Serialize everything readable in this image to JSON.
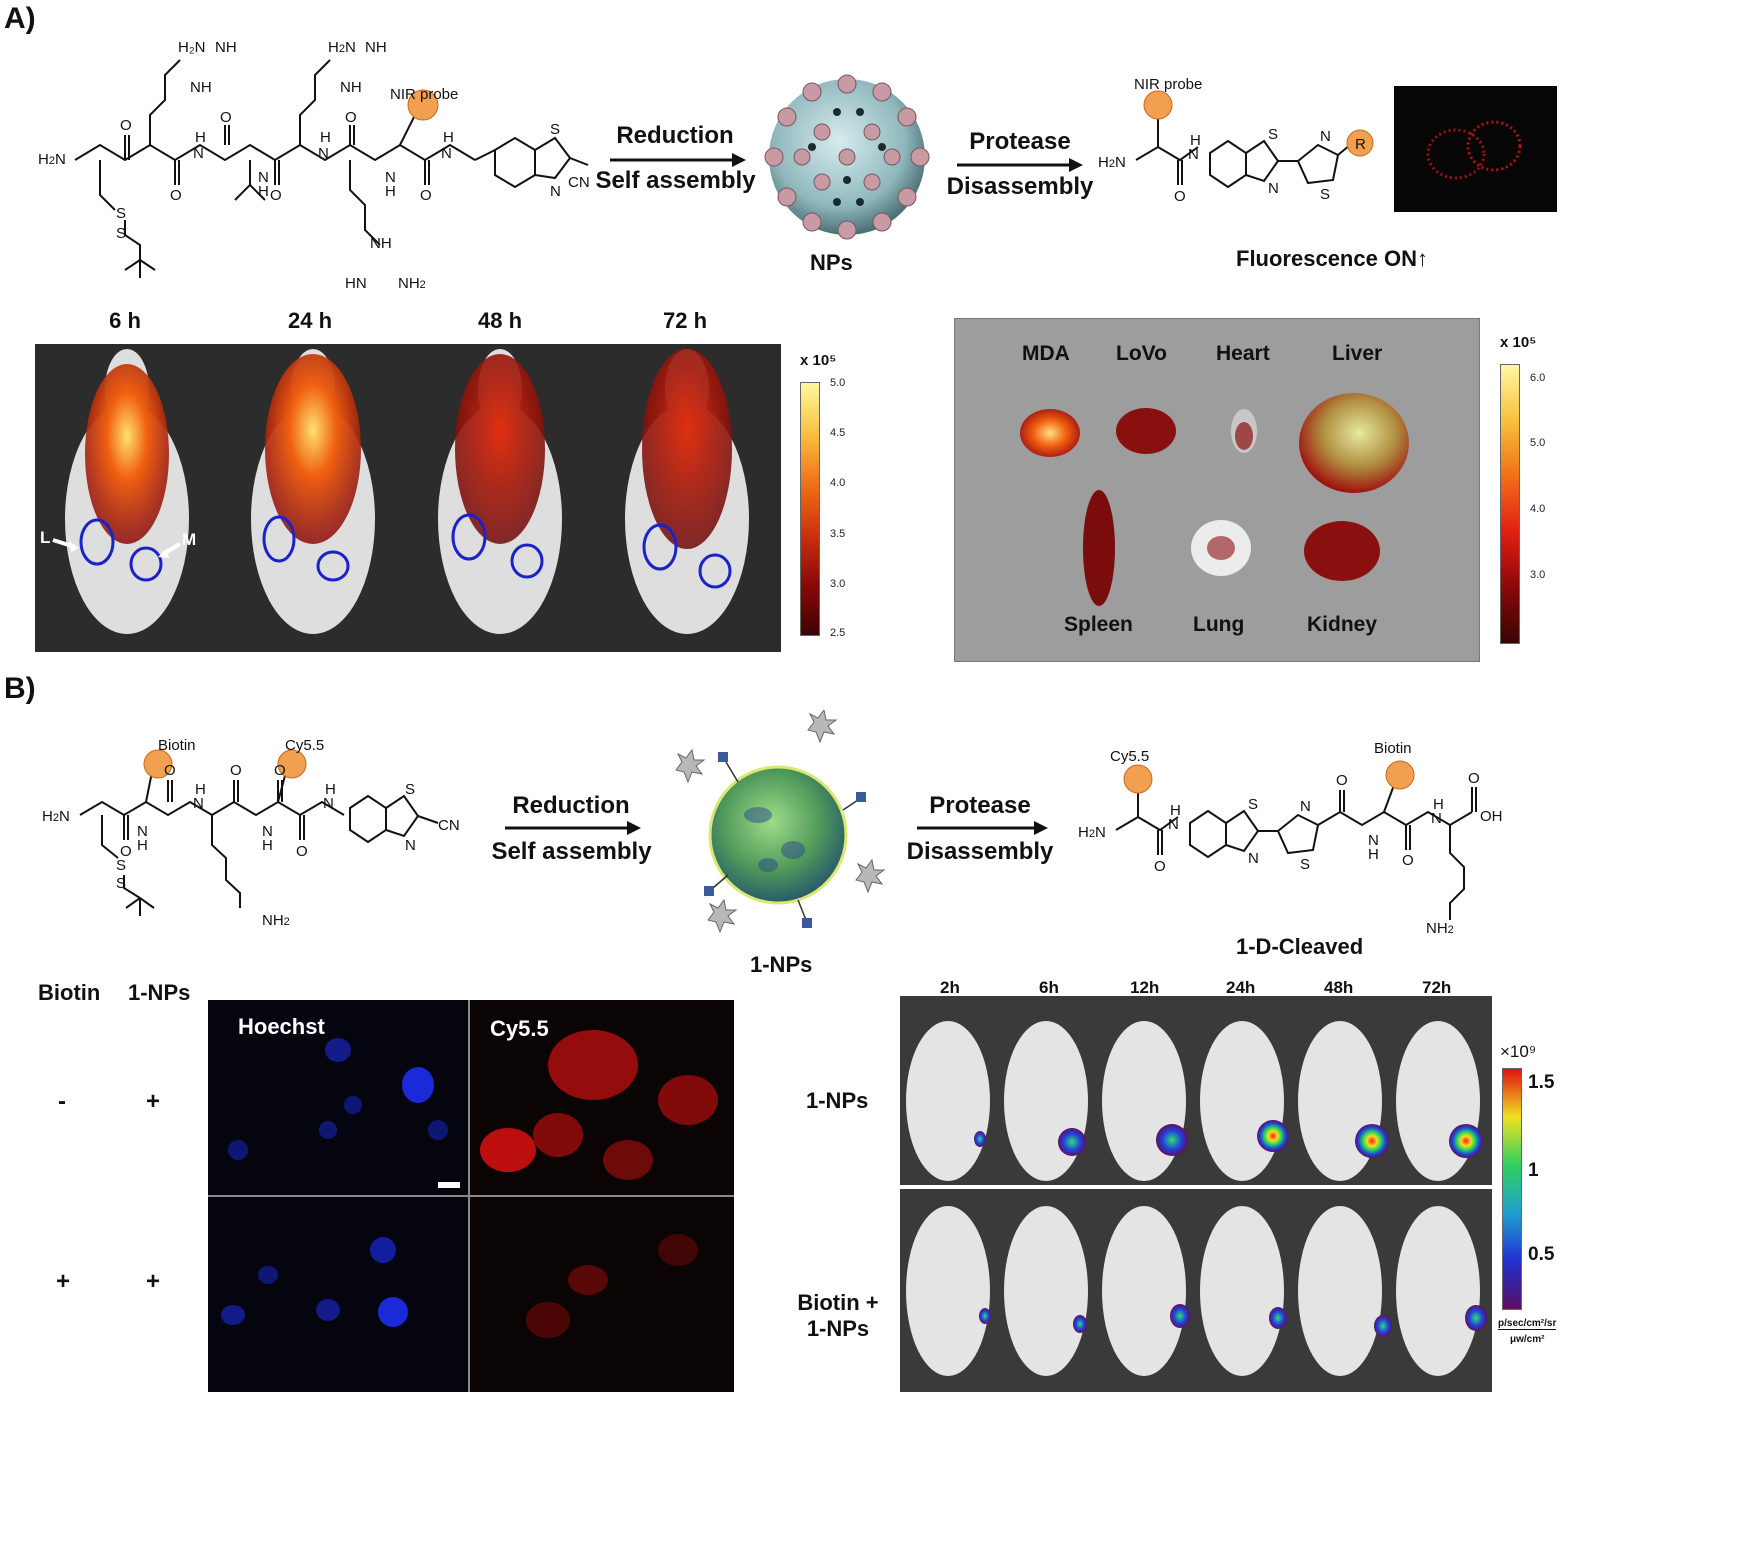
{
  "panel_a": {
    "label": "A)",
    "probe_label": "NIR probe",
    "probe_label_right": "NIR probe",
    "cn": "CN",
    "arrow1_top": "Reduction",
    "arrow1_bottom": "Self assembly",
    "np_label": "NPs",
    "arrow2_top": "Protease",
    "arrow2_bottom": "Disassembly",
    "r_label": "R",
    "fluorescence": "Fluorescence ON↑",
    "times": [
      "6 h",
      "24 h",
      "48 h",
      "72 h"
    ],
    "tumor_labels": {
      "left": "L",
      "right": "M"
    },
    "colorbar1": {
      "unit": "x 10⁵",
      "ticks": [
        "5.0",
        "4.5",
        "4.0",
        "3.5",
        "3.0",
        "2.5"
      ]
    },
    "organs_top": [
      "MDA",
      "LoVo",
      "Heart",
      "Liver"
    ],
    "organs_bottom": [
      "Spleen",
      "Lung",
      "Kidney"
    ],
    "colorbar2": {
      "unit": "x 10⁵",
      "ticks": [
        "6.0",
        "5.0",
        "4.0",
        "3.0"
      ]
    }
  },
  "panel_b": {
    "label": "B)",
    "biotin": "Biotin",
    "cy55": "Cy5.5",
    "cn": "CN",
    "arrow1_top": "Reduction",
    "arrow1_bottom": "Self assembly",
    "np_label": "1-NPs",
    "arrow2_top": "Protease",
    "arrow2_bottom": "Disassembly",
    "cleaved_label": "1-D-Cleaved",
    "cyt_headers": [
      "Biotin",
      "1-NPs"
    ],
    "cyt_rows": [
      [
        "-",
        "+"
      ],
      [
        "+",
        "+"
      ]
    ],
    "channels": [
      "Hoechst",
      "Cy5.5"
    ],
    "times": [
      "2h",
      "6h",
      "12h",
      "24h",
      "48h",
      "72h"
    ],
    "row_labels": [
      "1-NPs",
      "Biotin +\n1-NPs"
    ],
    "colorbar": {
      "unit": "×10⁹",
      "ticks": [
        "1.5",
        "1",
        "0.5"
      ],
      "units_top": "p/sec/cm²/sr",
      "units_bottom": "μw/cm²"
    }
  },
  "chem": {
    "h2n": "H₂N",
    "nh": "NH",
    "nh2": "NH₂",
    "hn": "HN",
    "h": "H",
    "n": "N",
    "o": "O",
    "s": "S",
    "oh": "OH"
  }
}
